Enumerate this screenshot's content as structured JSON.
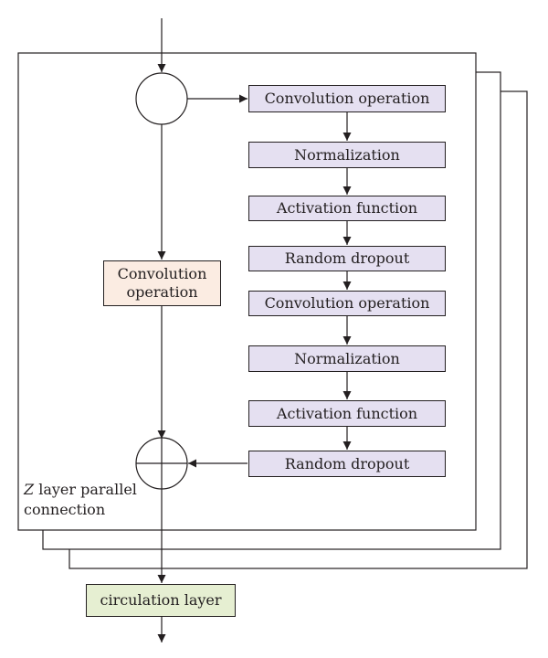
{
  "right_column": [
    {
      "id": "conv1",
      "label": "Convolution operation"
    },
    {
      "id": "norm1",
      "label": "Normalization"
    },
    {
      "id": "act1",
      "label": "Activation function"
    },
    {
      "id": "drop1",
      "label": "Random dropout"
    },
    {
      "id": "conv2",
      "label": "Convolution operation"
    },
    {
      "id": "norm2",
      "label": "Normalization"
    },
    {
      "id": "act2",
      "label": "Activation function"
    },
    {
      "id": "drop2",
      "label": "Random dropout"
    }
  ],
  "skip_block": {
    "line1": "Convolution",
    "line2": "operation"
  },
  "output_block": {
    "label": "circulation layer"
  },
  "parallel_label": {
    "var": "Z",
    "line1": " layer parallel",
    "line2": "connection"
  },
  "colors": {
    "main_blocks": "#e5e0f1",
    "skip_block": "#fbece2",
    "output_block": "#e6efd2",
    "lines": "#231f20"
  }
}
